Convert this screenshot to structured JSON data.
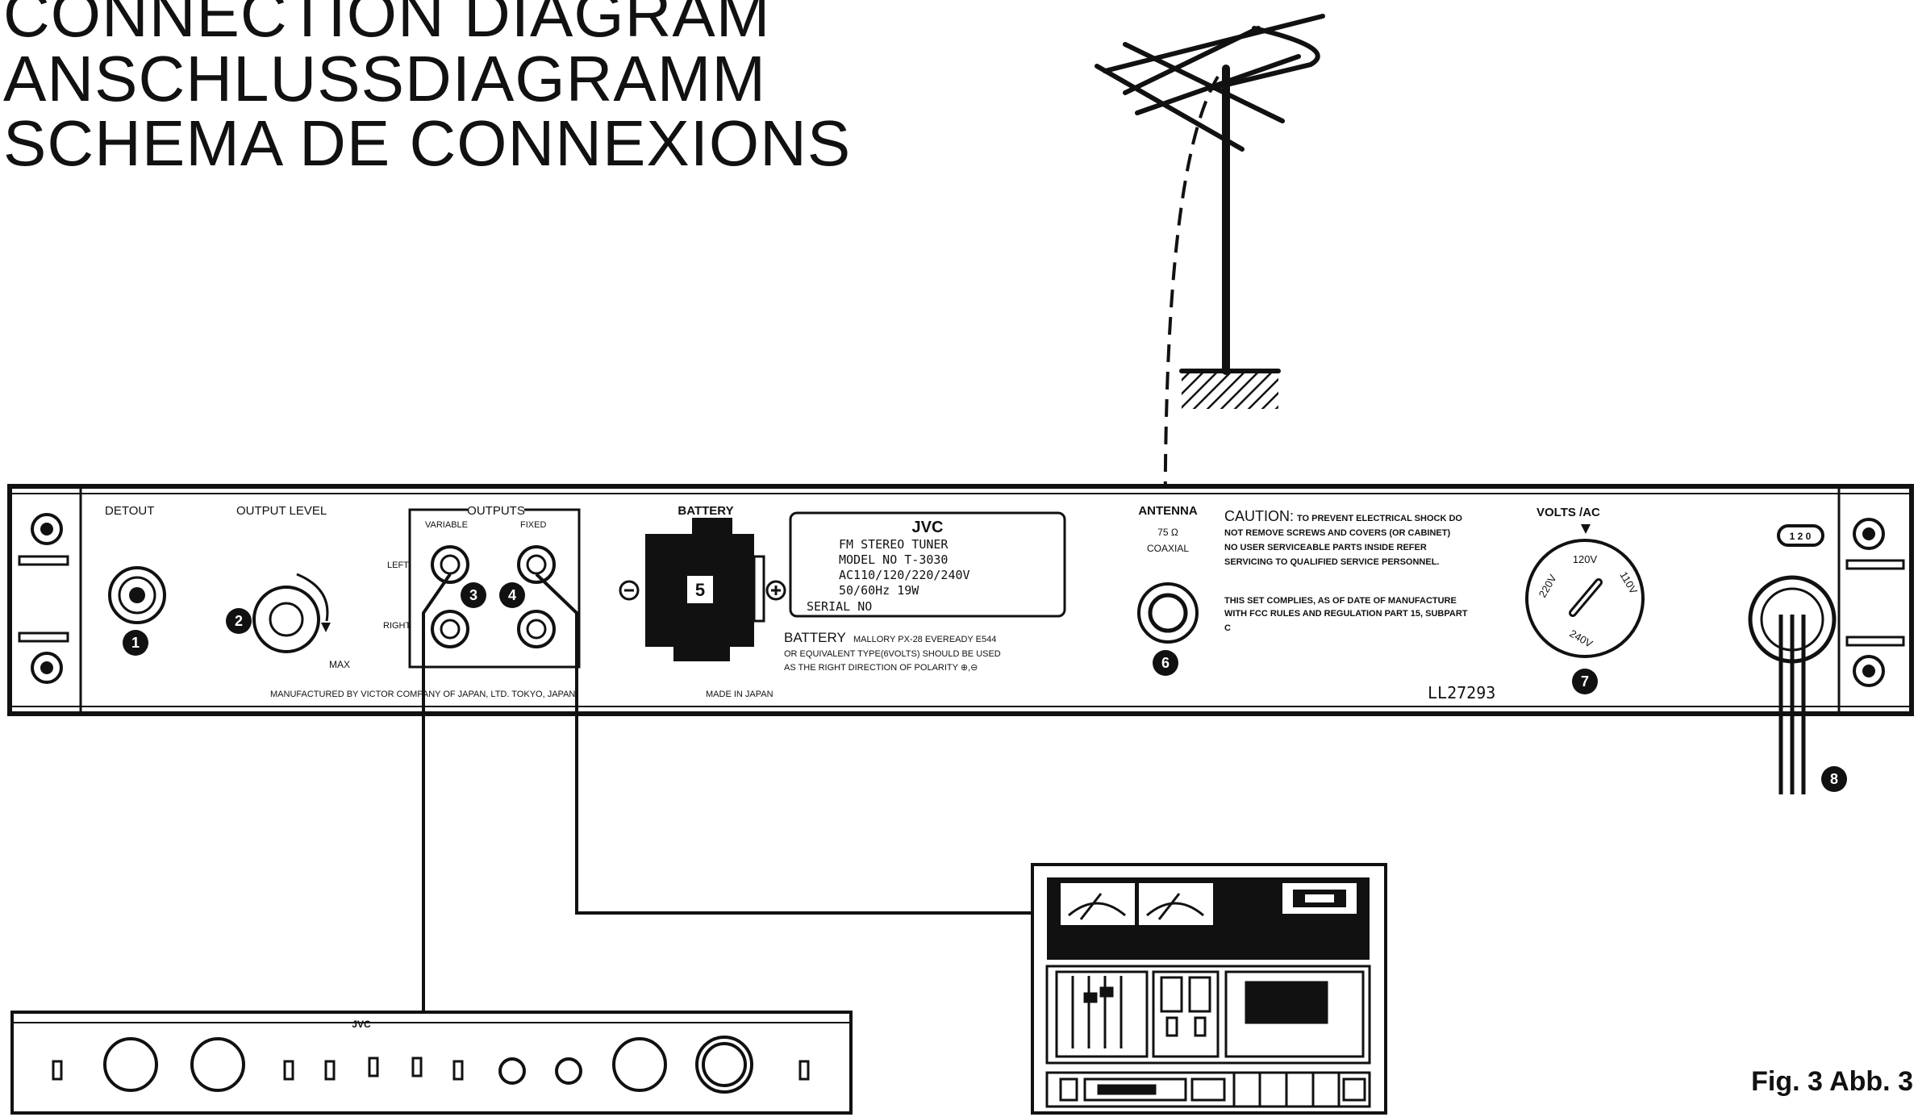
{
  "titles": [
    "CONNECTION DIAGRAM",
    "ANSCHLUSSDIAGRAMM",
    "SCHEMA DE CONNEXIONS"
  ],
  "figure_label": "Fig. 3  Abb. 3",
  "panel": {
    "detout": "DETOUT",
    "output_level": "OUTPUT LEVEL",
    "max": "MAX",
    "outputs": "OUTPUTS",
    "variable": "VARIABLE",
    "fixed": "FIXED",
    "left": "LEFT",
    "right": "RIGHT",
    "battery": "BATTERY",
    "antenna": "ANTENNA",
    "antenna_imp": "75 Ω",
    "coaxial": "COAXIAL",
    "volts_ac": "VOLTS   /AC",
    "caution": "CAUTION:",
    "caution_lines": [
      "TO PREVENT ELECTRICAL SHOCK  DO",
      "NOT REMOVE SCREWS AND COVERS (OR CABINET)",
      "NO USER SERVICEABLE PARTS INSIDE    REFER",
      "SERVICING TO QUALIFIED SERVICE PERSONNEL."
    ],
    "fcc_lines": [
      "THIS SET COMPLIES, AS OF DATE OF MANUFACTURE",
      "WITH FCC RULES AND REGULATION PART 15, SUBPART",
      "C"
    ],
    "model_plate": {
      "brand": "JVC",
      "lines": [
        "FM  STEREO  TUNER",
        "MODEL   NO   T-3030",
        "AC110/120/220/240V",
        "50/60Hz      19W"
      ],
      "serial": "SERIAL  NO"
    },
    "battery_note_title": "BATTERY",
    "battery_note_lines": [
      "MALLORY  PX-28  EVEREADY  E544",
      "OR EQUIVALENT TYPE(6VOLTS) SHOULD BE USED",
      "AS THE RIGHT DIRECTION OF POLARITY  ⊕,⊖"
    ],
    "manufacturer": "MANUFACTURED BY VICTOR COMPANY OF JAPAN, LTD.  TOKYO, JAPAN",
    "made_in": "MADE IN JAPAN",
    "code": "LL27293",
    "voltages": [
      "120V",
      "110V",
      "220V",
      "240V"
    ],
    "plug_label": "1 2 0"
  },
  "callouts": [
    "1",
    "2",
    "3",
    "4",
    "5",
    "6",
    "7",
    "8"
  ],
  "amplifier": {
    "brand": "JVC"
  }
}
